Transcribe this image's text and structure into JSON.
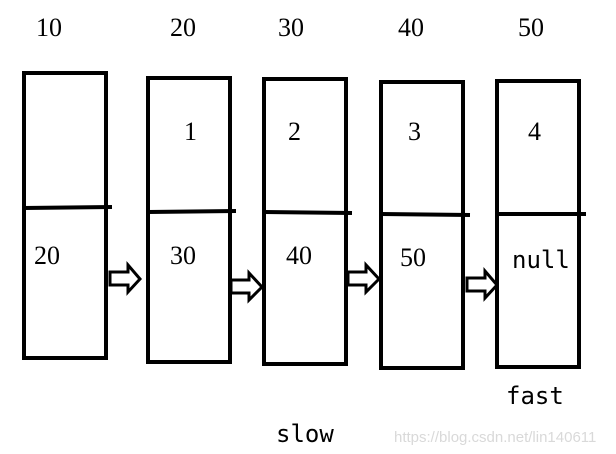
{
  "nodes": [
    {
      "address": "10",
      "value": "",
      "next": "20"
    },
    {
      "address": "20",
      "value": "1",
      "next": "30"
    },
    {
      "address": "30",
      "value": "2",
      "next": "40"
    },
    {
      "address": "40",
      "value": "3",
      "next": "50"
    },
    {
      "address": "50",
      "value": "4",
      "next": "null"
    }
  ],
  "pointers": {
    "slow": "slow",
    "fast": "fast"
  },
  "watermark": "https://blog.csdn.net/lin140611"
}
